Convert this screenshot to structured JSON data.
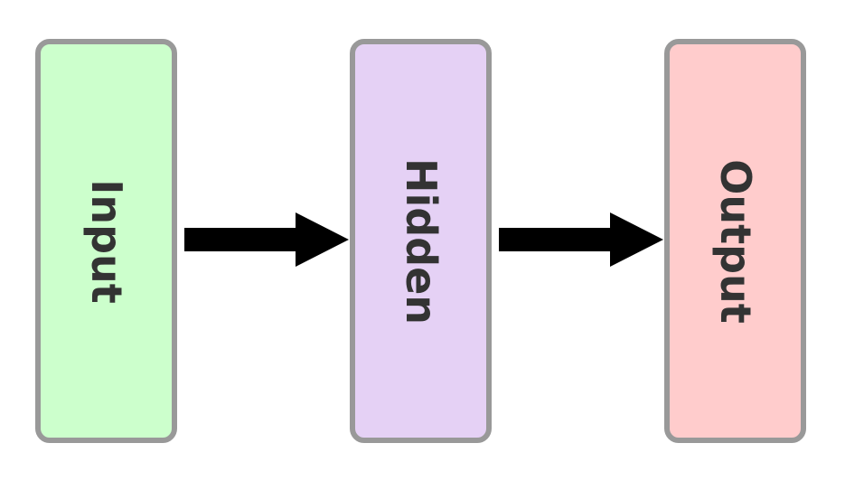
{
  "diagram": {
    "nodes": [
      {
        "id": "input",
        "label": "Input",
        "fill": "#ccffcc"
      },
      {
        "id": "hidden",
        "label": "Hidden",
        "fill": "#e5d1f5"
      },
      {
        "id": "output",
        "label": "Output",
        "fill": "#ffcccc"
      }
    ],
    "edges": [
      {
        "from": "input",
        "to": "hidden"
      },
      {
        "from": "hidden",
        "to": "output"
      }
    ],
    "colors": {
      "node_border": "#999999",
      "label_text": "#333333",
      "arrow": "#000000"
    }
  }
}
